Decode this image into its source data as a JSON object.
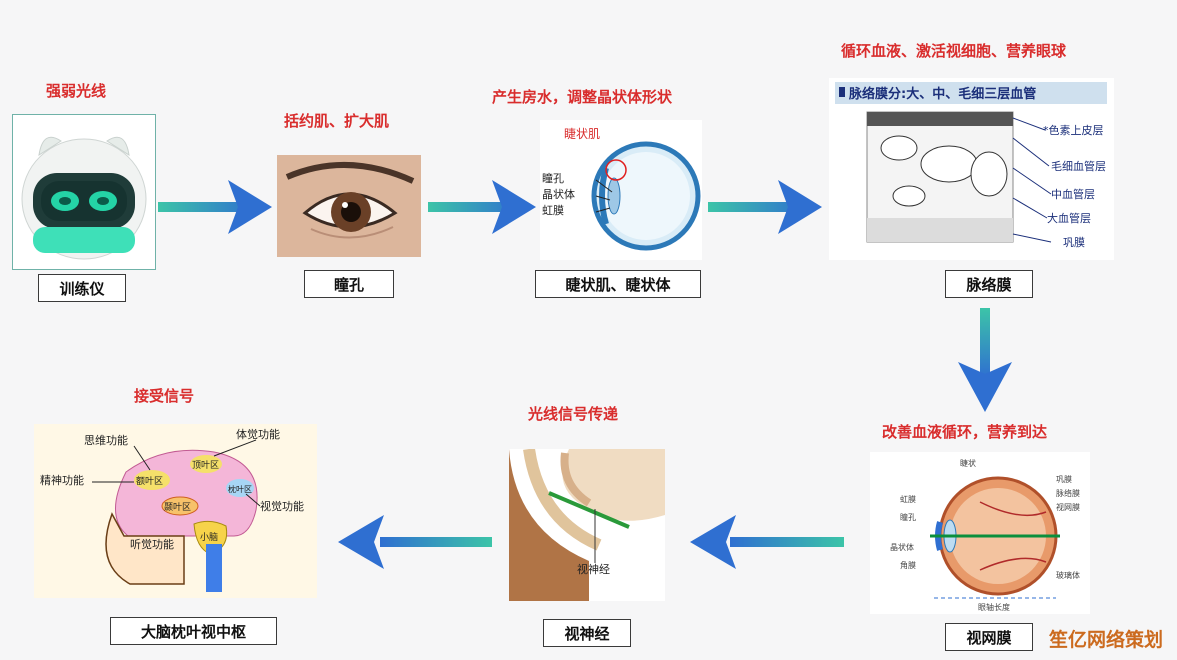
{
  "captions": {
    "c1": "强弱光线",
    "c2": "括约肌、扩大肌",
    "c3": "产生房水，调整晶状体形状",
    "c4": "循环血液、激活视细胞、营养眼球",
    "c5": "改善血液循环，营养到达",
    "c6": "光线信号传递",
    "c7": "接受信号"
  },
  "labels": {
    "n1": "训练仪",
    "n2": "瞳孔",
    "n3": "睫状肌、睫状体",
    "n4": "脉络膜",
    "n5": "视网膜",
    "n6": "视神经",
    "n7": "大脑枕叶视中枢"
  },
  "ciliary_img": {
    "top": "睫状肌",
    "l1": "瞳孔",
    "l2": "晶状体",
    "l3": "虹膜"
  },
  "choroid_img": {
    "title": "脉络膜分:大、中、毛细三层血管",
    "r1": "*色素上皮层",
    "r2": "毛细血管层",
    "r3": "中血管层",
    "r4": "大血管层",
    "r5": "巩膜"
  },
  "brain_img": {
    "b1": "思维功能",
    "b2": "体觉功能",
    "b3": "精神功能",
    "b4": "视觉功能",
    "b5": "听觉功能",
    "r1": "额叶区",
    "r2": "顶叶区",
    "r3": "枕叶区",
    "r4": "颞叶区",
    "r5": "小脑"
  },
  "nerve_img": {
    "label": "视神经"
  },
  "retina_img": {
    "l1": "虹膜",
    "l2": "瞳孔",
    "l3": "晶状体",
    "l4": "角膜",
    "r1": "巩膜",
    "r2": "脉络膜",
    "r3": "视网膜",
    "r4": "玻璃体",
    "top": "睫状",
    "bottom": "眼轴长度"
  },
  "watermark": "笙亿网络策划",
  "colors": {
    "arrow_start": "#3cc4a8",
    "arrow_end": "#2f6fd1",
    "caption_red": "#d92d2d"
  }
}
